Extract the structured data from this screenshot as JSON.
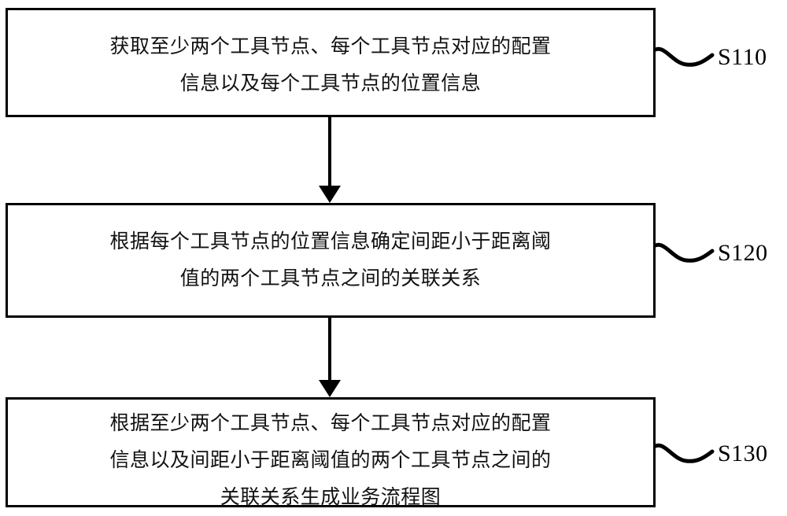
{
  "diagram": {
    "type": "flowchart",
    "title": "",
    "steps": [
      {
        "id": "S110",
        "label": "S110",
        "text": "获取至少两个工具节点、每个工具节点对应的配置\n信息以及每个工具节点的位置信息"
      },
      {
        "id": "S120",
        "label": "S120",
        "text": "根据每个工具节点的位置信息确定间距小于距离阈\n值的两个工具节点之间的关联关系"
      },
      {
        "id": "S130",
        "label": "S130",
        "text": "根据至少两个工具节点、每个工具节点对应的配置\n信息以及间距小于距离阈值的两个工具节点之间的\n关联关系生成业务流程图"
      }
    ],
    "connectors": [
      {
        "from": "S110",
        "to": "S120",
        "style": "arrow-down"
      },
      {
        "from": "S120",
        "to": "S130",
        "style": "arrow-down"
      }
    ],
    "leaders": [
      {
        "for": "S110",
        "style": "wavy-line"
      },
      {
        "for": "S120",
        "style": "wavy-line"
      },
      {
        "for": "S130",
        "style": "wavy-line"
      }
    ],
    "colors": {
      "stroke": "#000000",
      "background": "#ffffff",
      "text": "#111111"
    }
  }
}
